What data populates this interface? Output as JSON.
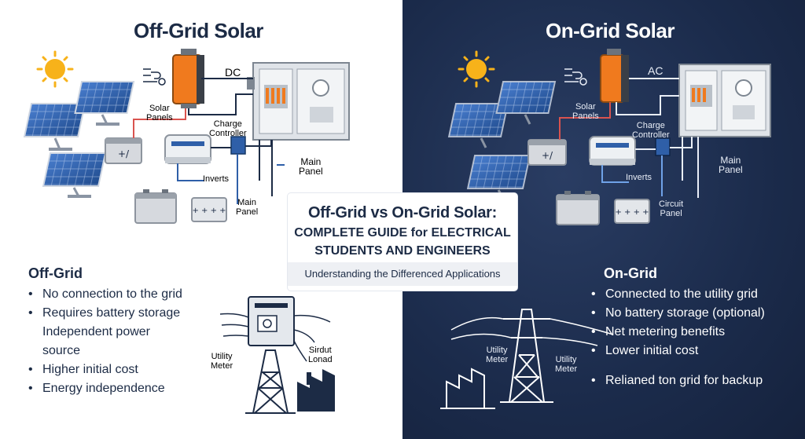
{
  "left": {
    "title": "Off-Grid Solar",
    "labels": {
      "dc": "DC",
      "solar_panels": "Solar\nPanels",
      "charge_controller": "Charge\nController",
      "inverts": "Inverts",
      "main_panel_right": "Main\nPanel",
      "main_panel_bottom": "Main\nPanel",
      "utility_meter": "Utility\nMeter",
      "sirdut_load": "Sirdut\nLonad"
    },
    "section": {
      "heading": "Off-Grid",
      "items": [
        {
          "text": "No connection to the grid",
          "bullet": true
        },
        {
          "text": "Requires battery storage",
          "bullet": true
        },
        {
          "text": "Independent power",
          "bullet": false
        },
        {
          "text": "source",
          "bullet": false
        },
        {
          "text": "Higher initial cost",
          "bullet": true
        },
        {
          "text": "Energy independence",
          "bullet": true
        }
      ]
    }
  },
  "right": {
    "title": "On-Grid Solar",
    "labels": {
      "ac": "AC",
      "solar_panels": "Solar\nPanels",
      "charge_controller": "Charge\nController",
      "inverts": "Inverts",
      "main_panel": "Main\nPanel",
      "circuit_panel": "Circuit\nPanel",
      "utility_meter_a": "Utility\nMeter",
      "utility_meter_b": "Utility\nMeter"
    },
    "section": {
      "heading": "On-Grid",
      "items": [
        {
          "text": "Connected to the utility grid",
          "gap": false
        },
        {
          "text": "No battery storage (optional)",
          "gap": false
        },
        {
          "text": "Net metering benefits",
          "gap": false
        },
        {
          "text": "Lower initial cost",
          "gap": false
        },
        {
          "text": "Relianed ton grid for backup",
          "gap": true
        }
      ]
    }
  },
  "center": {
    "title": "Off-Grid vs On-Grid Solar:",
    "subtitle_line1": "COMPLETE GUIDE for ELECTRICAL",
    "subtitle_line2": "STUDENTS AND ENGINEERS",
    "band": "Understanding the Differenced Applications"
  },
  "colors": {
    "navy": "#1b2b4b",
    "panel_blue": "#2f5fa8",
    "inverter_orange": "#f07a1e",
    "sun": "#f7b21a",
    "light_text": "#ffffff"
  }
}
